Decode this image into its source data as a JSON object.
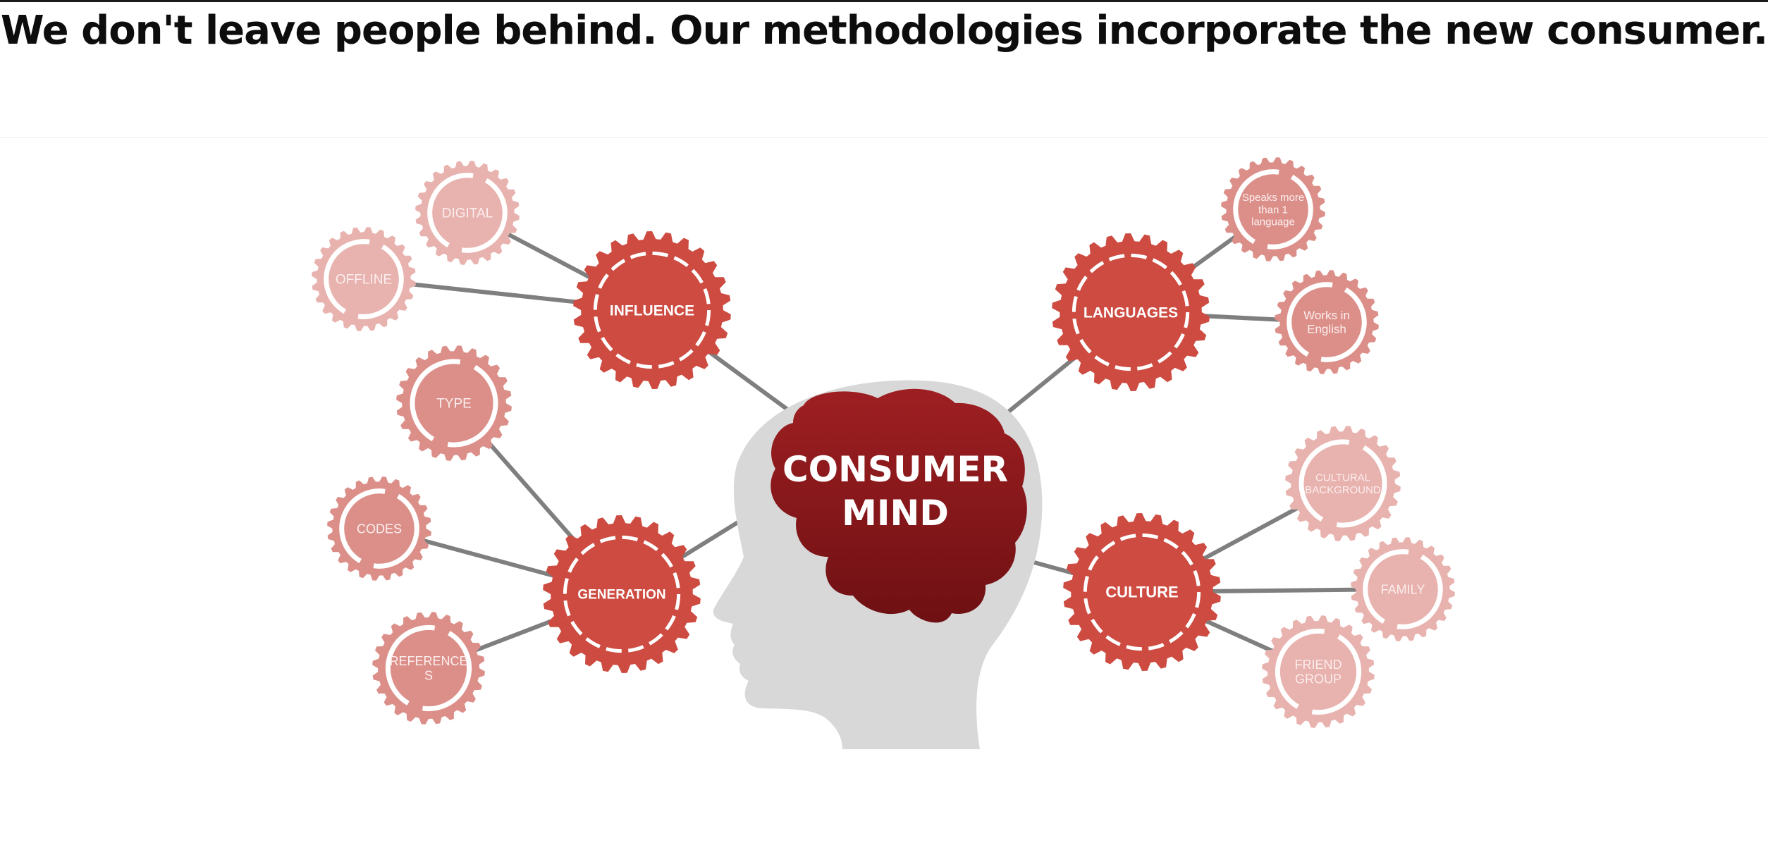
{
  "headline": "We don't leave people behind. Our methodologies incorporate the new consumer.",
  "center": {
    "line1": "CONSUMER",
    "line2": "MIND"
  },
  "colors": {
    "primary_gear": "#cd4b41",
    "secondary_gear": "#dc8f89",
    "tertiary_gear": "#e8b2ae",
    "brain": "#8e1a1d",
    "head": "#d8d8d8",
    "connector": "#7f7f7f"
  },
  "hubs": [
    {
      "id": "influence",
      "label": "INFLUENCE"
    },
    {
      "id": "generation",
      "label": "GENERATION"
    },
    {
      "id": "languages",
      "label": "LANGUAGES"
    },
    {
      "id": "culture",
      "label": "CULTURE"
    }
  ],
  "satellites": [
    {
      "id": "digital",
      "hub": "influence",
      "lines": [
        "DIGITAL"
      ]
    },
    {
      "id": "offline",
      "hub": "influence",
      "lines": [
        "OFFLINE"
      ]
    },
    {
      "id": "type",
      "hub": "generation",
      "lines": [
        "TYPE"
      ]
    },
    {
      "id": "codes",
      "hub": "generation",
      "lines": [
        "CODES"
      ]
    },
    {
      "id": "references",
      "hub": "generation",
      "lines": [
        "REFERENCE",
        "S"
      ]
    },
    {
      "id": "speaks",
      "hub": "languages",
      "lines": [
        "Speaks more",
        "than 1",
        "language"
      ]
    },
    {
      "id": "works",
      "hub": "languages",
      "lines": [
        "Works in",
        "English"
      ]
    },
    {
      "id": "cultural",
      "hub": "culture",
      "lines": [
        "CULTURAL",
        "BACKGROUND"
      ]
    },
    {
      "id": "family",
      "hub": "culture",
      "lines": [
        "FAMILY"
      ]
    },
    {
      "id": "friend",
      "hub": "culture",
      "lines": [
        "FRIEND",
        "GROUP"
      ]
    }
  ]
}
